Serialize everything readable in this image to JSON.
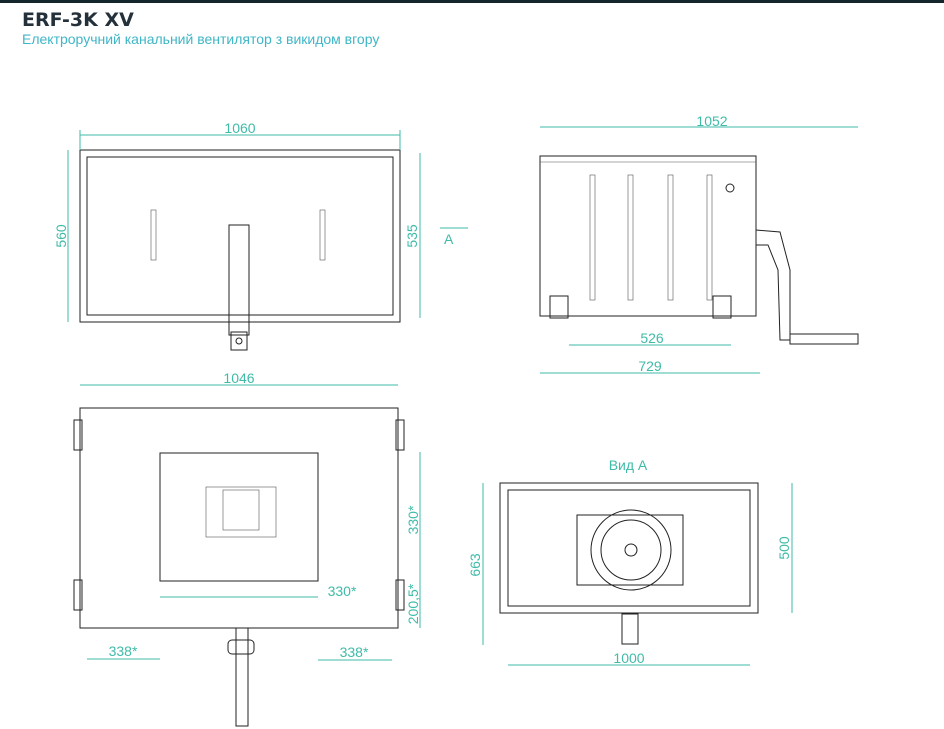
{
  "header": {
    "title": "ERF-3K XV",
    "subtitle": "Електроручний канальний вентилятор з викидом вгору"
  },
  "views": {
    "top": {
      "width": "1060",
      "height_outer": "560",
      "height_inner": "535"
    },
    "side": {
      "width": "1052",
      "inner": "526",
      "depth": "729",
      "arrow_label": "A"
    },
    "bottom": {
      "width": "1046",
      "opening_h": "330*",
      "opening_w": "330*",
      "offset_bottom": "200,5*",
      "offset_left": "338*",
      "offset_right": "338*"
    },
    "view_a": {
      "title": "Вид А",
      "height_outer": "663",
      "height_inner": "500",
      "width": "1000"
    }
  },
  "colors": {
    "dimension": "#3fbba8",
    "subtitle": "#3fb6c6",
    "title": "#24313a"
  }
}
